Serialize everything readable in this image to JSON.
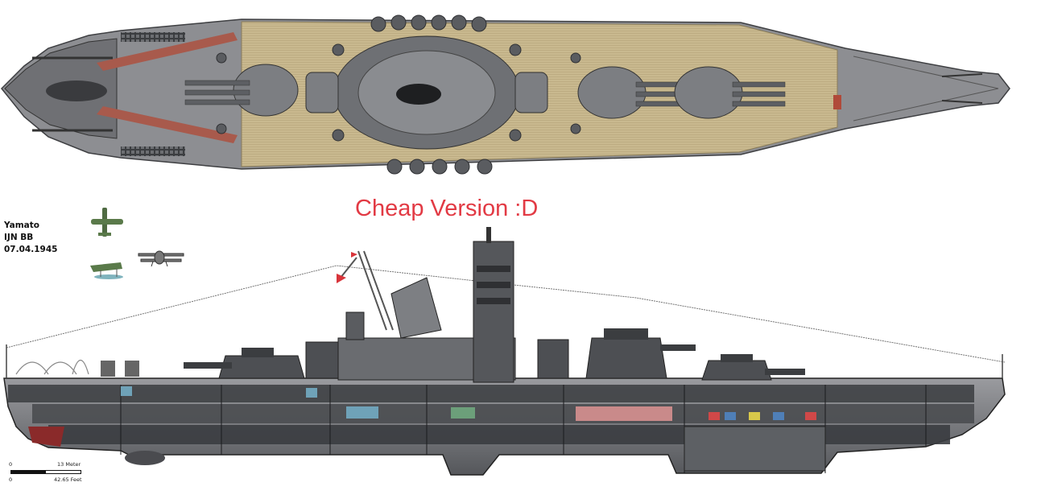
{
  "caption": "Cheap Version :D",
  "ship_info": {
    "name": "Yamato",
    "type": "IJN BB",
    "date": "07.04.1945"
  },
  "scale_bar": {
    "zero_top": "0",
    "meters": "13 Meter",
    "zero_bottom": "0",
    "feet": "42.65 Feet"
  },
  "colors": {
    "deck_wood": "#c8b88e",
    "hull_grey": "#8e8f93",
    "hull_dark": "#5a5c60",
    "turret_grey": "#4d4f53",
    "caption_red": "#e23a44",
    "flag_red": "#d8343a",
    "hull_red": "#8a2a2a"
  }
}
